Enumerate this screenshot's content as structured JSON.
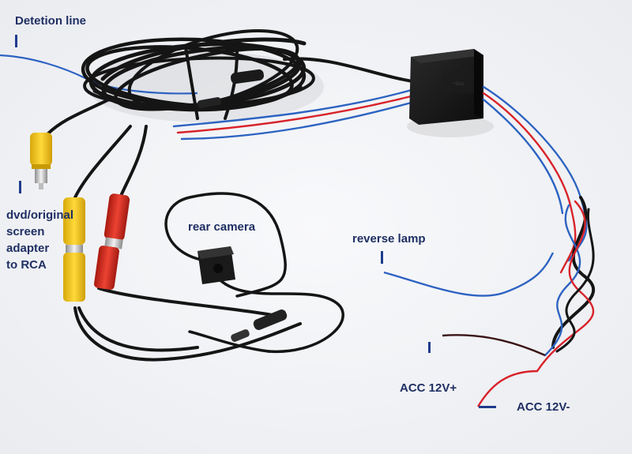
{
  "labels": {
    "detection_line": "Detetion line",
    "rca_line1": "dvd/original",
    "rca_line2": "screen",
    "rca_line3": "adapter",
    "rca_line4": "to RCA",
    "rear_camera": "rear camera",
    "reverse_lamp": "reverse lamp",
    "acc_plus": "ACC 12V+",
    "acc_minus": "ACC 12V-"
  },
  "colors": {
    "background": "#f4f5f8",
    "cable_black": "#151515",
    "wire_blue": "#2d63c2",
    "wire_red": "#d8232a",
    "plug_yellow": "#f2c417",
    "plug_red": "#d42c22",
    "label_text": "#1f2f63"
  }
}
